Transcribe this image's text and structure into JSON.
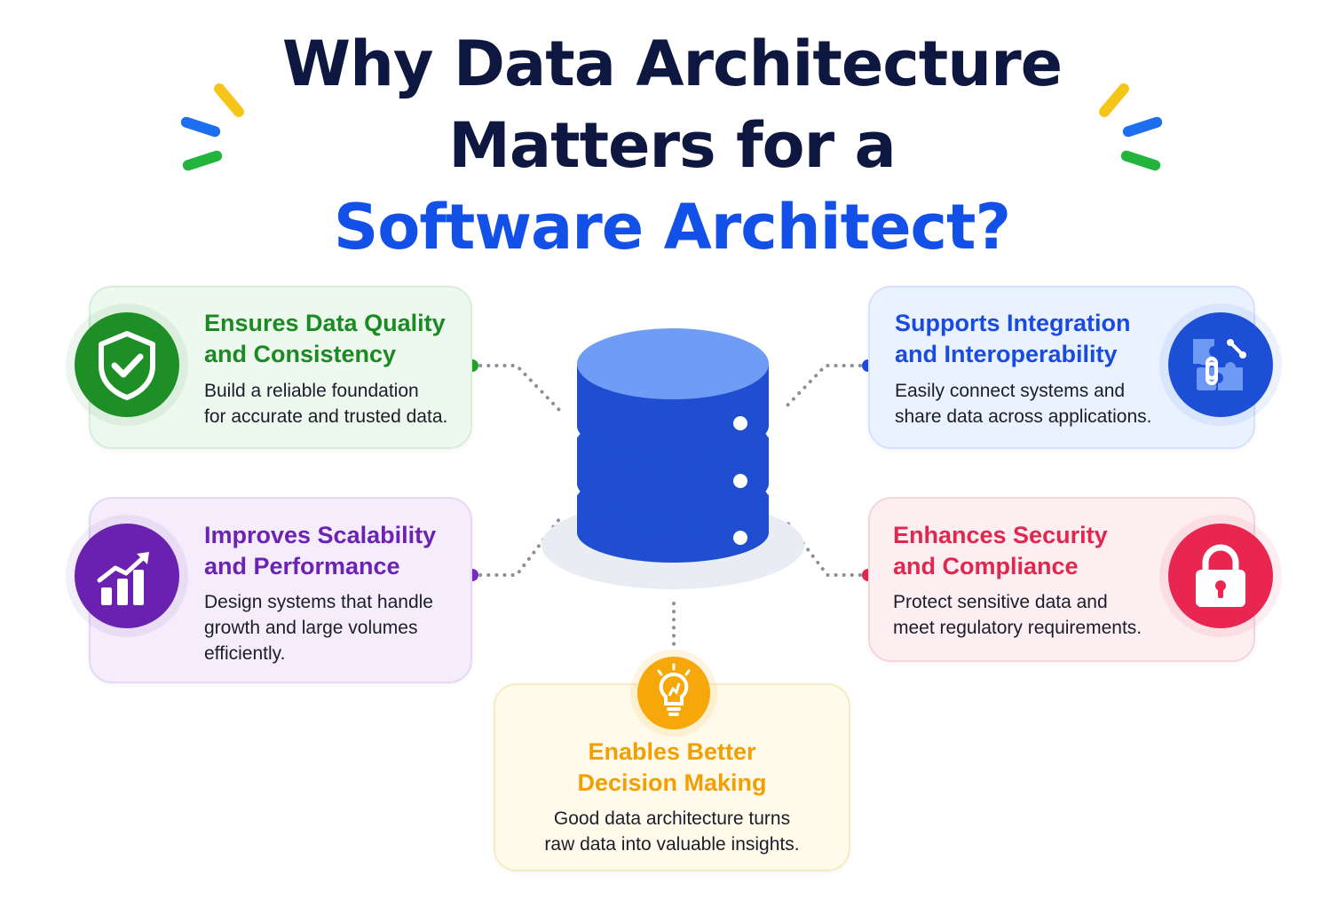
{
  "title": {
    "line1": "Why Data Architecture",
    "line2": "Matters for a",
    "line3": "Software Architect?"
  },
  "colors": {
    "navy": "#0d1740",
    "accent_blue": "#1250e8",
    "green": "#1c8a23",
    "blue": "#1a4be0",
    "purple": "#6c22b3",
    "red": "#e0284f",
    "yellow": "#f0a004",
    "database": "#1f4fd0"
  },
  "center": {
    "icon": "database-icon"
  },
  "cards": {
    "quality": {
      "icon": "shield-check-icon",
      "heading_l1": "Ensures Data Quality",
      "heading_l2": "and Consistency",
      "body_l1": "Build a reliable foundation",
      "body_l2": "for accurate and trusted data."
    },
    "integration": {
      "icon": "puzzle-link-icon",
      "heading_l1": "Supports Integration",
      "heading_l2": "and Interoperability",
      "body_l1": "Easily connect systems and",
      "body_l2": "share data across applications."
    },
    "scalability": {
      "icon": "growth-chart-icon",
      "heading_l1": "Improves Scalability",
      "heading_l2": "and Performance",
      "body_l1": "Design systems that handle",
      "body_l2": "growth and large volumes",
      "body_l3": "efficiently."
    },
    "security": {
      "icon": "padlock-icon",
      "heading_l1": "Enhances Security",
      "heading_l2": "and Compliance",
      "body_l1": "Protect sensitive data and",
      "body_l2": "meet regulatory requirements."
    },
    "decision": {
      "icon": "lightbulb-icon",
      "heading_l1": "Enables Better",
      "heading_l2": "Decision Making",
      "body_l1": "Good data architecture turns",
      "body_l2": "raw data into valuable insights."
    }
  }
}
